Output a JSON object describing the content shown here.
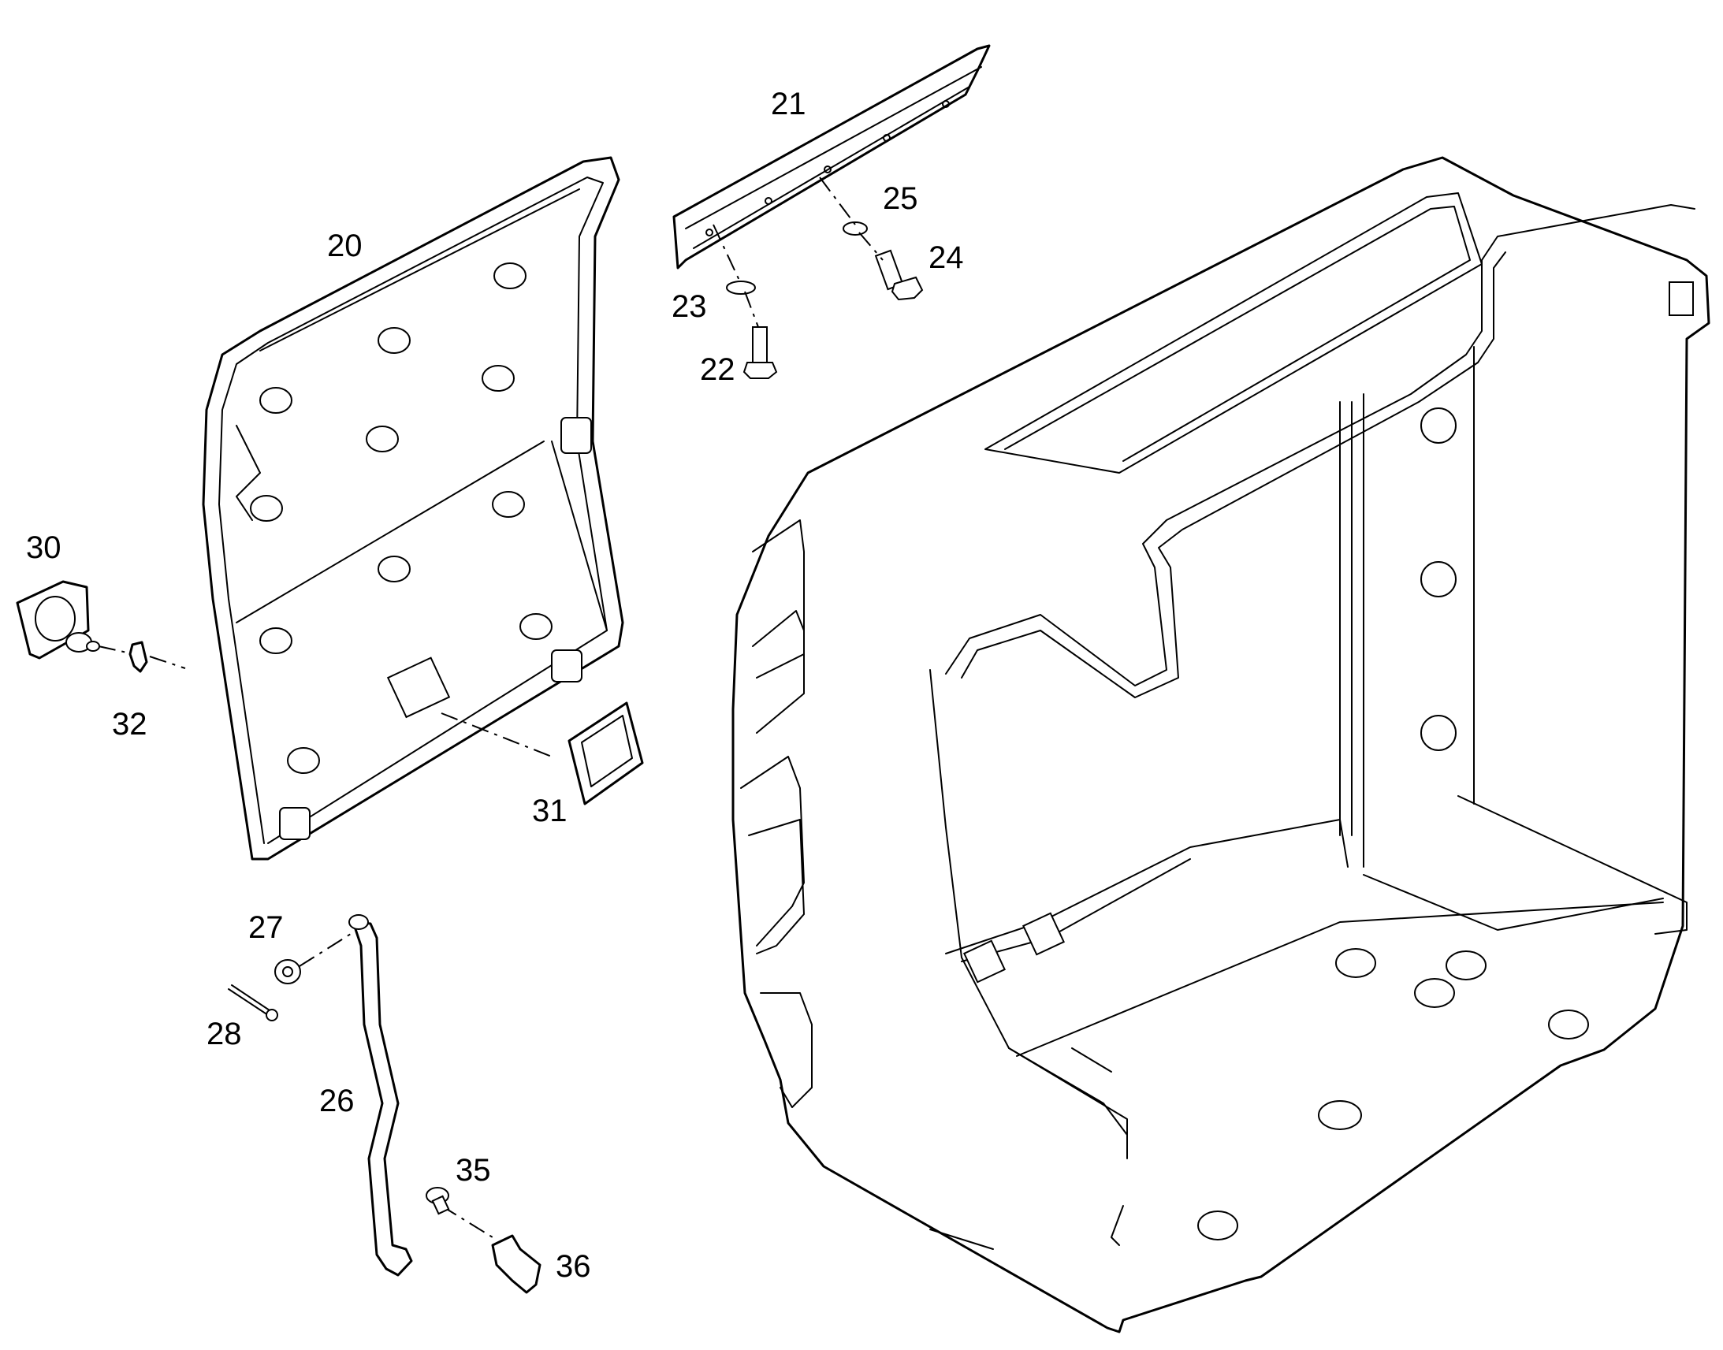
{
  "callouts": {
    "c20": "20",
    "c21": "21",
    "c22": "22",
    "c23": "23",
    "c24": "24",
    "c25": "25",
    "c26": "26",
    "c27": "27",
    "c28": "28",
    "c30": "30",
    "c31": "31",
    "c32": "32",
    "c35": "35",
    "c36": "36"
  }
}
